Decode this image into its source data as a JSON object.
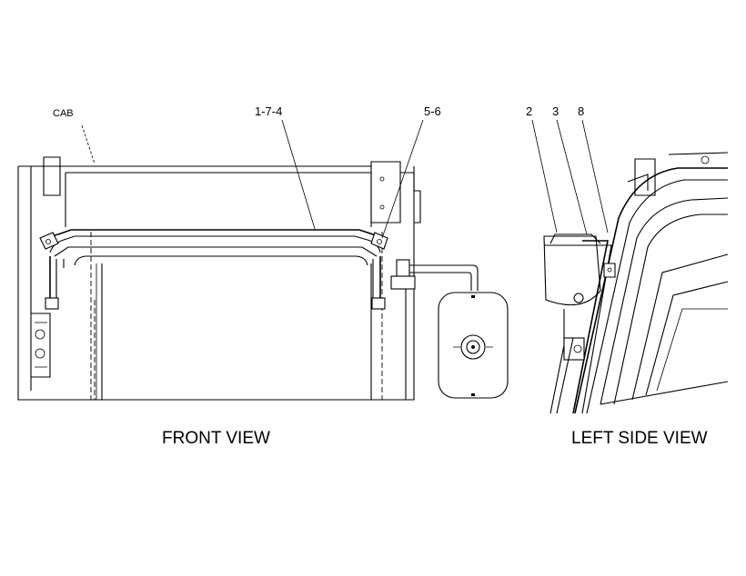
{
  "callouts": {
    "cab": "CAB",
    "item_1_7_4": "1-7-4",
    "item_5_6": "5-6",
    "item_2": "2",
    "item_3": "3",
    "item_8": "8"
  },
  "views": {
    "front": "FRONT VIEW",
    "left_side": "LEFT SIDE VIEW"
  }
}
